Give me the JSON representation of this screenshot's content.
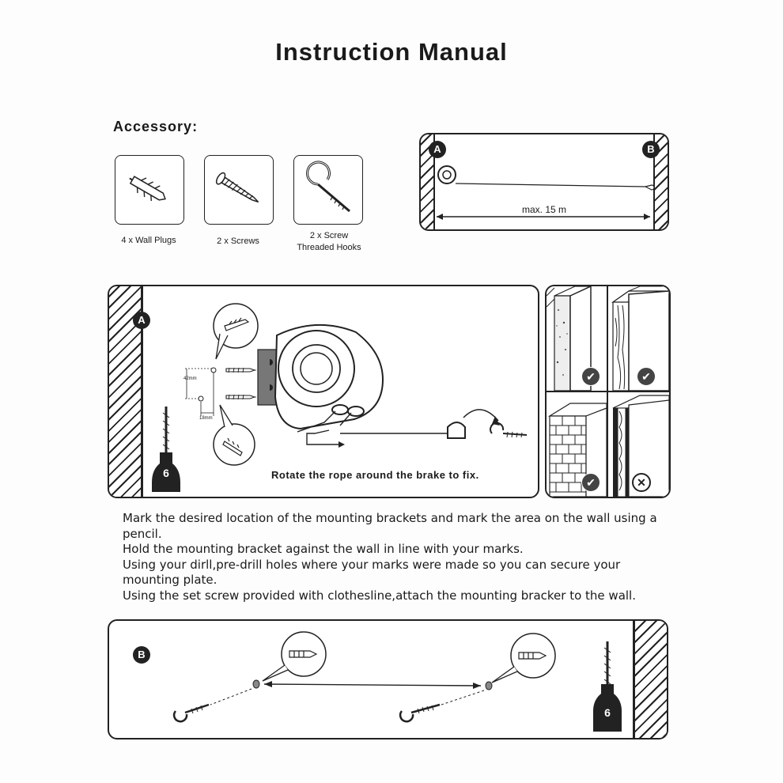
{
  "title": "Instruction Manual",
  "accessory": {
    "heading": "Accessory:",
    "items": [
      {
        "label": "4 x Wall Plugs",
        "icon": "wall-plug-icon"
      },
      {
        "label": "2 x Screws",
        "icon": "screw-icon"
      },
      {
        "label_line1": "2 x Screw",
        "label_line2": "Threaded Hooks",
        "icon": "threaded-hook-icon"
      }
    ]
  },
  "overview": {
    "badge_a": "A",
    "badge_b": "B",
    "distance": "max. 15 m"
  },
  "step_a": {
    "badge": "A",
    "dim_vertical": "42mm",
    "dim_horizontal": "18mm",
    "drill_size": "6",
    "caption": "Rotate the rope around the brake to fix."
  },
  "wall_types": [
    {
      "type": "concrete",
      "status": "check"
    },
    {
      "type": "wood",
      "status": "check"
    },
    {
      "type": "brick",
      "status": "check"
    },
    {
      "type": "plasterboard",
      "status": "cross"
    }
  ],
  "instructions": [
    "Mark the desired location of the mounting brackets and mark the area on the wall using a pencil.",
    "Hold the mounting bracket against the wall in line with your marks.",
    "Using your dirll,pre-drill holes where your marks were made so you can secure your mounting plate.",
    "Using the set screw provided with clothesline,attach the mounting bracker to the wall."
  ],
  "step_b": {
    "badge": "B",
    "drill_size": "6"
  }
}
